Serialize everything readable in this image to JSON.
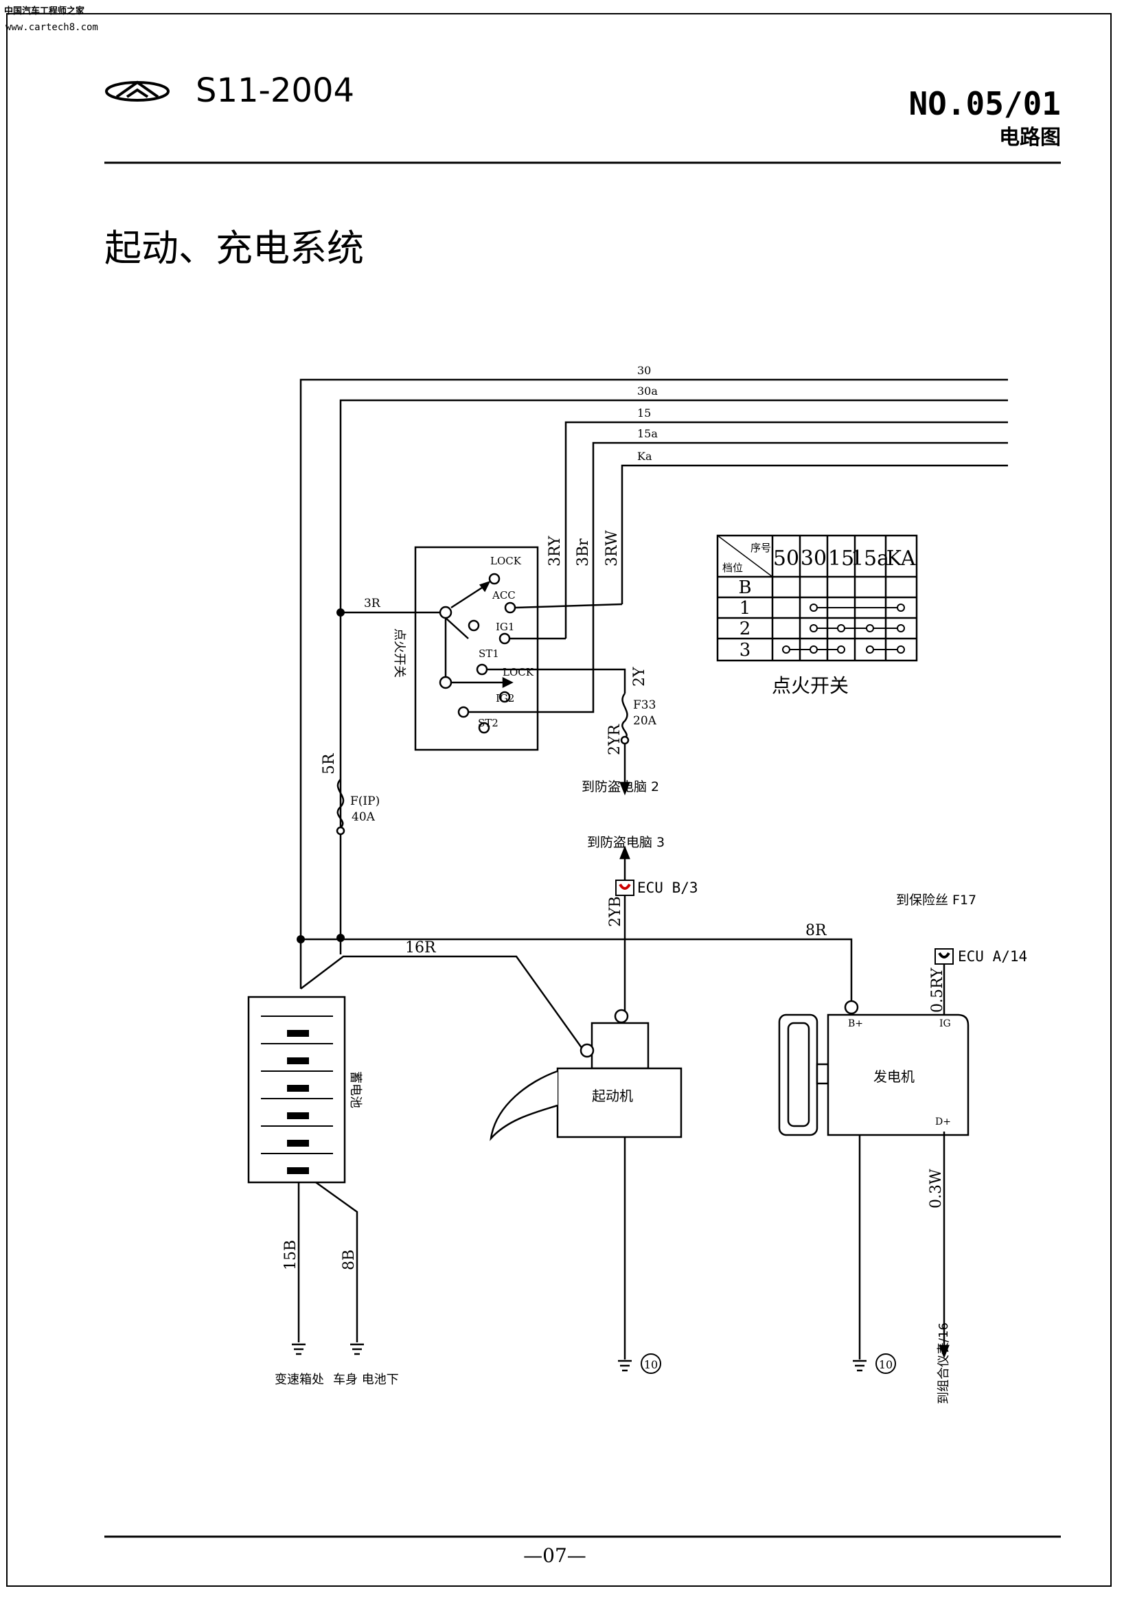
{
  "watermark": {
    "line1": "中国汽车工程师之家",
    "line2": "www.cartech8.com"
  },
  "header": {
    "model": "S11-2004",
    "doc_no": "NO.05/01",
    "doc_type": "电路图"
  },
  "section_title": "起动、充电系统",
  "page_number": "—07—",
  "bus_lines": [
    "30",
    "30a",
    "15",
    "15a",
    "Ka"
  ],
  "wires": {
    "w3RY": "3RY",
    "w3Br": "3Br",
    "w3RW": "3RW",
    "w3R": "3R",
    "w2Y": "2Y",
    "w2YR": "2YR",
    "w5R": "5R",
    "w16R": "16R",
    "w8R": "8R",
    "w2YB": "2YB",
    "w05RY": "0.5RY",
    "w15B": "15B",
    "w8B": "8B",
    "w03W": "0.3W"
  },
  "ignition_switch": {
    "name": "点火开关",
    "terms": {
      "lock1": "LOCK",
      "acc": "ACC",
      "ig1": "IG1",
      "st1": "ST1",
      "lock2": "LOCK",
      "ig2": "IG2",
      "st2": "ST2"
    }
  },
  "fuses": {
    "f33": {
      "name": "F33",
      "rating": "20A"
    },
    "fip": {
      "name": "F(IP)",
      "rating": "40A"
    }
  },
  "connections": {
    "to_antitheft_2": "到防盗电脑 2",
    "to_antitheft_3": "到防盗电脑 3",
    "ecu_b3": "ECU B/3",
    "to_fuse_f17": "到保险丝 F17",
    "ecu_a14": "ECU A/14",
    "to_cluster": "到组合仪表/16"
  },
  "components": {
    "battery": "蓄电池",
    "starter": "起动机",
    "generator": "发电机",
    "gen_bplus": "B+",
    "gen_ig": "IG",
    "gen_dplus": "D+"
  },
  "grounds": {
    "g1": "变速箱处",
    "g2": "车身 电池下",
    "num": "10"
  },
  "switch_table": {
    "header_diag_top": "序号",
    "header_diag_bottom": "档位",
    "columns": [
      "50",
      "30",
      "15",
      "15a",
      "KA"
    ],
    "rows": [
      "B",
      "1",
      "2",
      "3"
    ],
    "title": "点火开关"
  }
}
